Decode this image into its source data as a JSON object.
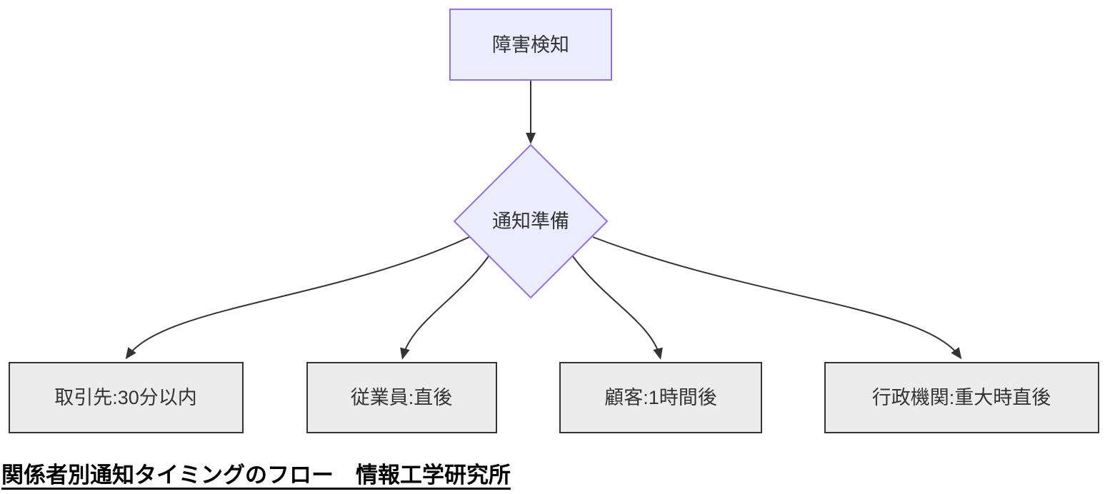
{
  "diagram": {
    "type": "flowchart",
    "caption": "関係者別通知タイミングのフロー　情報工学研究所",
    "colors": {
      "background": "#ffffff",
      "purple_node_fill": "#ECECFF",
      "purple_node_border": "#9370DB",
      "gray_node_fill": "#ECECEC",
      "gray_node_border": "#333333",
      "edge_color": "#333333",
      "text_color": "#333333"
    },
    "nodes": {
      "fault_detection": {
        "label": "障害検知",
        "shape": "rectangle"
      },
      "notify_prepare": {
        "label": "通知準備",
        "shape": "diamond"
      },
      "partner": {
        "label": "取引先:30分以内",
        "shape": "rectangle"
      },
      "employee": {
        "label": "従業員:直後",
        "shape": "rectangle"
      },
      "customer": {
        "label": "顧客:1時間後",
        "shape": "rectangle"
      },
      "government": {
        "label": "行政機関:重大時直後",
        "shape": "rectangle"
      }
    },
    "edges": [
      {
        "from": "障害検知",
        "to": "通知準備"
      },
      {
        "from": "通知準備",
        "to": "取引先:30分以内"
      },
      {
        "from": "通知準備",
        "to": "従業員:直後"
      },
      {
        "from": "通知準備",
        "to": "顧客:1時間後"
      },
      {
        "from": "通知準備",
        "to": "行政機関:重大時直後"
      }
    ]
  }
}
